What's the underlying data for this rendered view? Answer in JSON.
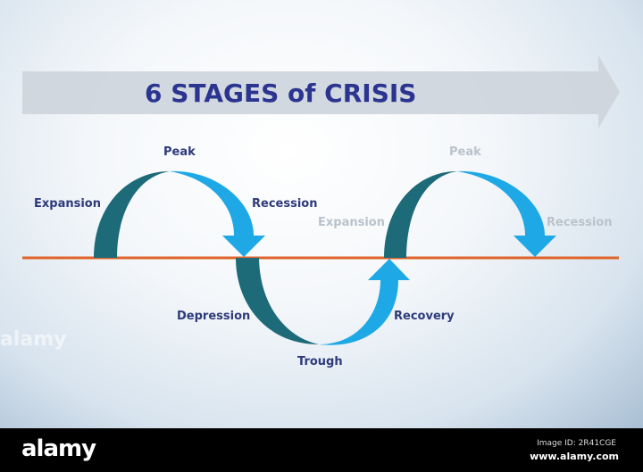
{
  "title": "6 STAGES of CRISIS",
  "stages": {
    "expansion_1": "Expansion",
    "peak_1": "Peak",
    "recession_1": "Recession",
    "depression": "Depression",
    "trough": "Trough",
    "recovery": "Recovery",
    "expansion_2": "Expansion",
    "peak_2": "Peak",
    "recession_2": "Recession"
  },
  "watermark": "alamy",
  "footer": {
    "logo": "alamy",
    "image_id": "Image ID: 2R41CGE",
    "site": "www.alamy.com"
  },
  "colors": {
    "title": "#2b3590",
    "dark_arrow": "#1d6a78",
    "light_arrow": "#1ea8e6",
    "axis_line": "#e0642a",
    "banner_arrow": "#cfd6dd"
  }
}
